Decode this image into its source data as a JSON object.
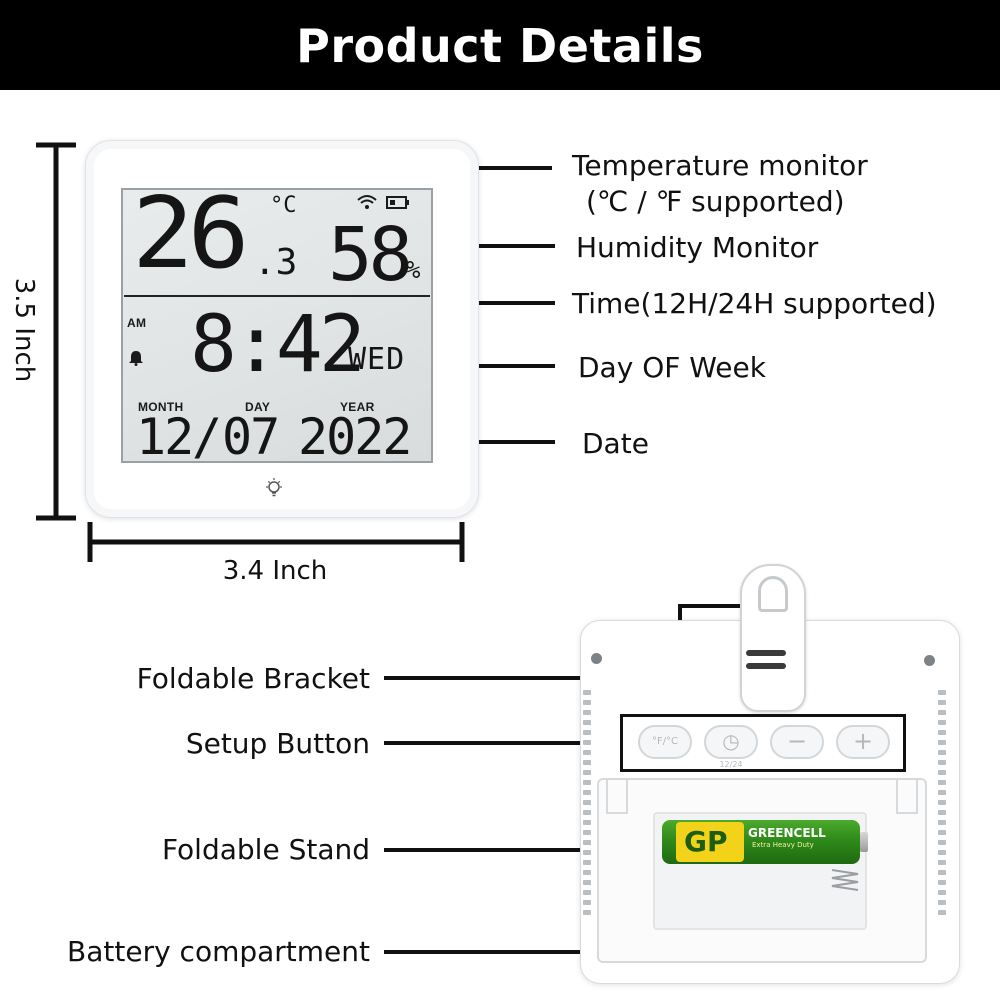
{
  "banner": {
    "title": "Product Details"
  },
  "dimensions": {
    "height": "3.5 Inch",
    "width": "3.4 Inch"
  },
  "display": {
    "temperature": "26",
    "temperature_decimal": ".3",
    "temperature_unit": "°C",
    "humidity": "58",
    "humidity_unit": "%",
    "meridiem": "AM",
    "time": "8:42",
    "weekday": "WED",
    "month_label": "MONTH",
    "day_label": "DAY",
    "year_label": "YEAR",
    "date_month": "12",
    "date_sep": "/",
    "date_day": "07",
    "date_year": "2022"
  },
  "front_labels": {
    "temperature_monitor": "Temperature monitor",
    "temperature_note": "(℃ / ℉ supported)",
    "humidity_monitor": "Humidity Monitor",
    "time": "Time(12H/24H supported)",
    "day_of_week": "Day OF Week",
    "date": "Date"
  },
  "back_labels": {
    "foldable_bracket": "Foldable Bracket",
    "setup_button": "Setup Button",
    "foldable_stand": "Foldable Stand",
    "battery_compartment": "Battery compartment"
  },
  "back_device": {
    "buttons": [
      {
        "label": "°F/°C"
      },
      {
        "label": "◷",
        "caption": "12/24"
      },
      {
        "label": "−"
      },
      {
        "label": "+"
      }
    ],
    "battery_brand": "GP",
    "battery_name": "GREENCELL",
    "battery_desc": "Extra Heavy Duty"
  },
  "icons": [
    "wifi-icon",
    "battery-level-icon",
    "bell-icon",
    "light-bulb-icon"
  ]
}
